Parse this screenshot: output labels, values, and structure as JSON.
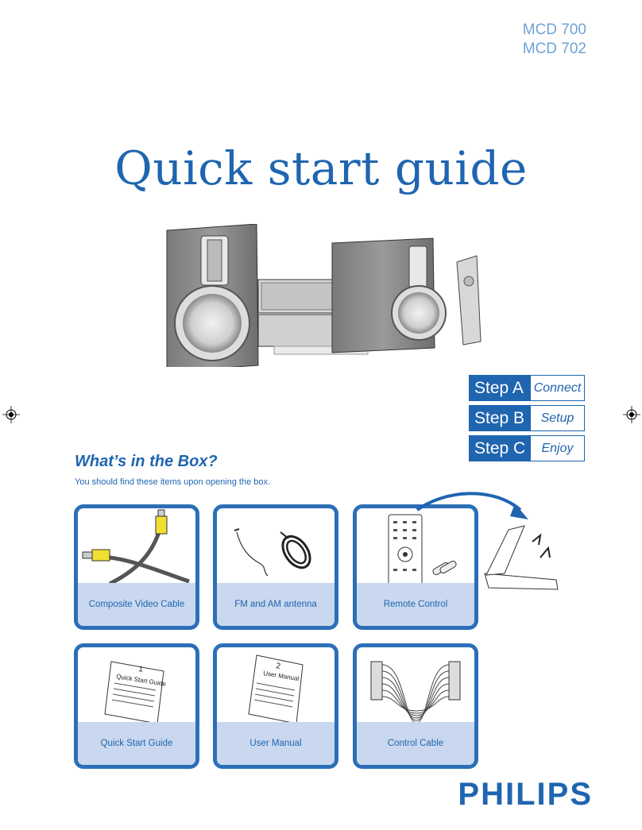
{
  "header": {
    "model_1": "MCD 700",
    "model_2": "MCD 702"
  },
  "title": "Quick start guide",
  "steps": [
    {
      "key": "Step A",
      "value": "Connect"
    },
    {
      "key": "Step B",
      "value": "Setup"
    },
    {
      "key": "Step C",
      "value": "Enjoy"
    }
  ],
  "box": {
    "title": "What’s in the Box?",
    "subtitle": "You should find these items upon opening the box.",
    "items": [
      {
        "label": "Composite Video Cable",
        "icon": "video-cable-icon"
      },
      {
        "label": "FM and AM antenna",
        "icon": "antenna-icon"
      },
      {
        "label": "Remote Control",
        "icon": "remote-control-icon"
      },
      {
        "label": "Quick Start Guide",
        "icon": "booklet-icon",
        "booklet_number": "1",
        "booklet_title": "Quick Start Guide"
      },
      {
        "label": "User Manual",
        "icon": "booklet-icon",
        "booklet_number": "2",
        "booklet_title": "User Manual"
      },
      {
        "label": "Control Cable",
        "icon": "ribbon-cable-icon"
      }
    ]
  },
  "brand": "PHILIPS",
  "colors": {
    "primary": "#1f65b0",
    "light": "#c9d8ee",
    "model": "#6fa3d6"
  }
}
